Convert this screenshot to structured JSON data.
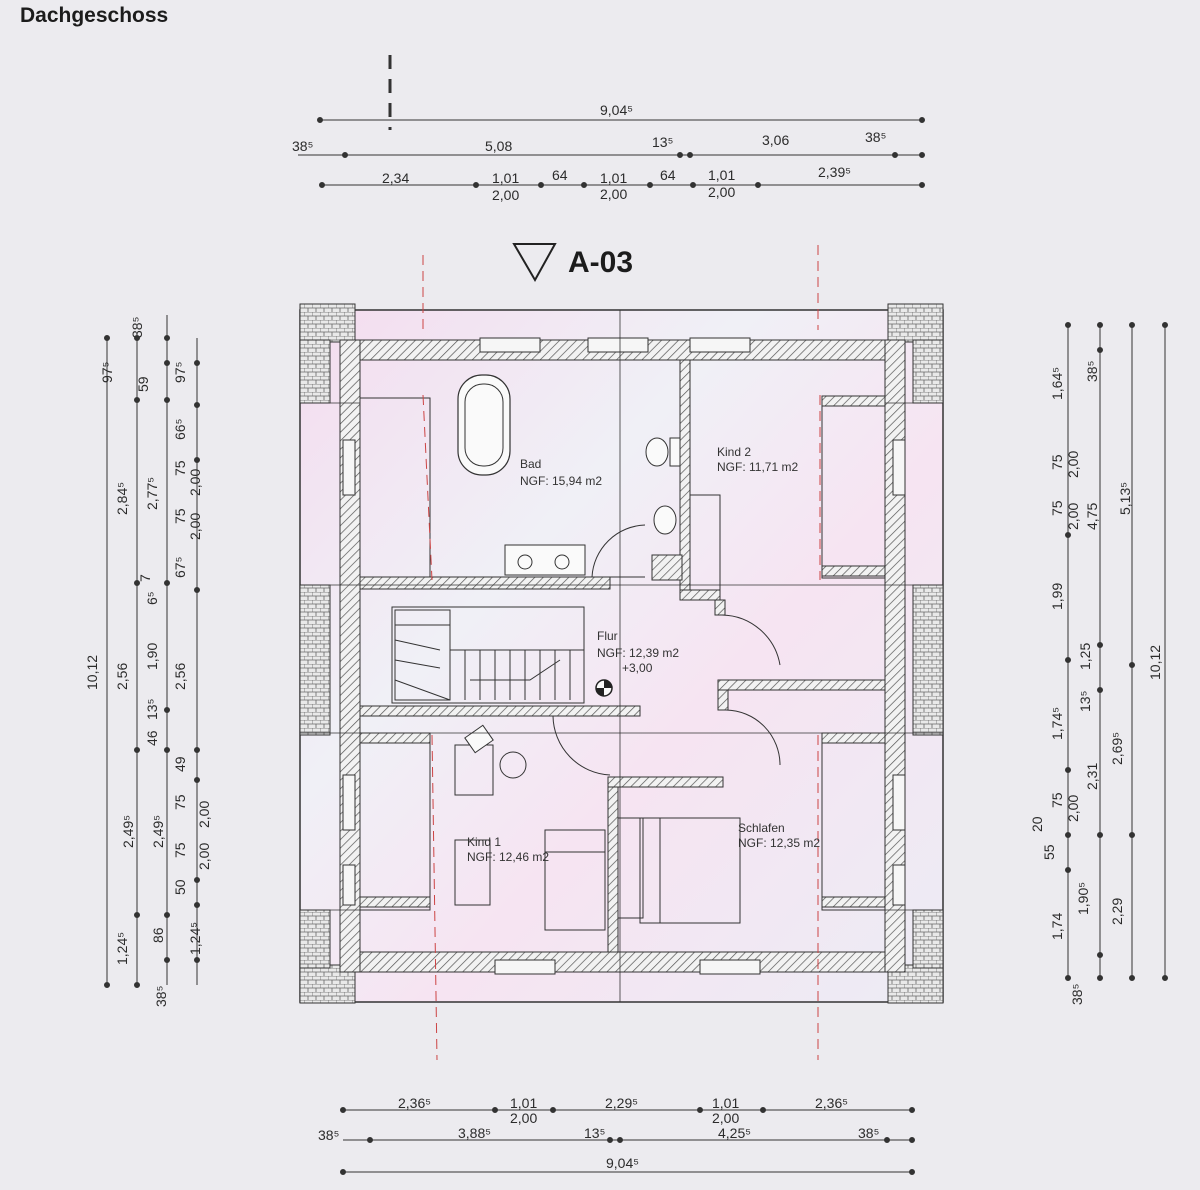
{
  "page": {
    "title": "Dachgeschoss"
  },
  "section_marker": {
    "label": "A-03"
  },
  "rooms": [
    {
      "key": "bad",
      "name": "Bad",
      "area": "NGF: 15,94 m2"
    },
    {
      "key": "kind2",
      "name": "Kind 2",
      "area": "NGF: 11,71 m2"
    },
    {
      "key": "flur",
      "name": "Flur",
      "area": "NGF: 12,39 m2"
    },
    {
      "key": "kind1",
      "name": "Kind 1",
      "area": "NGF: 12,46 m2"
    },
    {
      "key": "schlafen",
      "name": "Schlafen",
      "area": "NGF: 12,35 m2"
    }
  ],
  "level_mark": "+3,00",
  "top_dims": {
    "row1": [
      "9,04⁵"
    ],
    "row2": [
      "38⁵",
      "5,08",
      "13⁵",
      "3,06",
      "38⁵"
    ],
    "row3": [
      "2,34",
      "1,01",
      "2,00",
      "64",
      "1,01",
      "2,00",
      "64",
      "1,01",
      "2,00",
      "2,39⁵"
    ]
  },
  "bottom_dims": {
    "row1": [
      "2,36⁵",
      "1,01",
      "2,00",
      "2,29⁵",
      "1,01",
      "2,00",
      "2,36⁵"
    ],
    "row2": [
      "38⁵",
      "3,88⁵",
      "13⁵",
      "4,25⁵",
      "38⁵"
    ],
    "row3": [
      "9,04⁵"
    ]
  },
  "left_dims": {
    "total": "10,12",
    "col2": [
      "97⁵",
      "2,84⁵",
      "2,56",
      "1,24⁵"
    ],
    "col3": [
      "38⁵",
      "59",
      "2,77⁵",
      "6⁵",
      "7",
      "1,90",
      "13⁵",
      "46",
      "2,49⁵",
      "2,49⁵",
      "86",
      "38⁵"
    ],
    "col4": [
      "97⁵",
      "66⁵",
      "75",
      "2,00",
      "75",
      "2,00",
      "67⁵",
      "2,56",
      "49",
      "75",
      "2,00",
      "75",
      "2,00",
      "50",
      "1,24⁵"
    ]
  },
  "right_dims": {
    "total": "10,12",
    "col1": [
      "1,64⁵",
      "75",
      "2,00",
      "75",
      "2,00",
      "1,99",
      "1,74⁵",
      "75",
      "2,00",
      "1,74"
    ],
    "col2": [
      "38⁵",
      "4,75",
      "1,25",
      "13⁵",
      "20",
      "55",
      "2,31",
      "1,90⁵",
      "38⁵"
    ],
    "col3": [
      "5,13⁵",
      "2,69⁵",
      "2,29"
    ]
  }
}
